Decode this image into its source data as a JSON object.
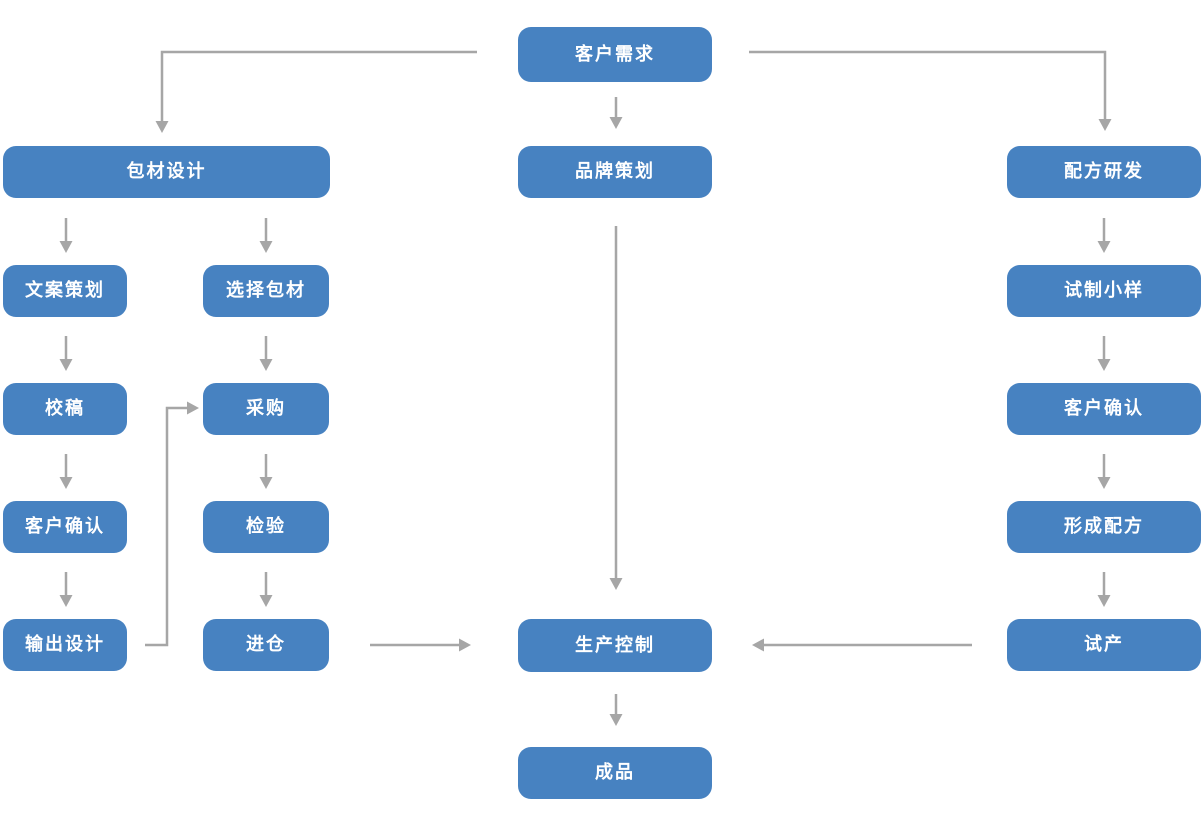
{
  "diagram": {
    "type": "flowchart",
    "nodes": {
      "customer_demand": {
        "label": "客户需求"
      },
      "packaging_design": {
        "label": "包材设计"
      },
      "brand_planning": {
        "label": "品牌策划"
      },
      "formula_rd": {
        "label": "配方研发"
      },
      "copywriting": {
        "label": "文案策划"
      },
      "select_packaging": {
        "label": "选择包材"
      },
      "proofreading": {
        "label": "校稿"
      },
      "procurement": {
        "label": "采购"
      },
      "customer_confirm_left": {
        "label": "客户确认"
      },
      "inspection": {
        "label": "检验"
      },
      "output_design": {
        "label": "输出设计"
      },
      "warehousing": {
        "label": "进仓"
      },
      "trial_sample": {
        "label": "试制小样"
      },
      "customer_confirm_right": {
        "label": "客户确认"
      },
      "form_formula": {
        "label": "形成配方"
      },
      "trial_production": {
        "label": "试产"
      },
      "production_control": {
        "label": "生产控制"
      },
      "finished_product": {
        "label": "成品"
      }
    },
    "edges": [
      "客户需求→包材设计",
      "客户需求→品牌策划",
      "客户需求→配方研发",
      "包材设计→文案策划",
      "包材设计→选择包材",
      "文案策划→校稿",
      "校稿→客户确认",
      "客户确认→输出设计",
      "输出设计→采购",
      "选择包材→采购",
      "采购→检验",
      "检验→进仓",
      "进仓→生产控制",
      "品牌策划→生产控制",
      "配方研发→试制小样",
      "试制小样→客户确认",
      "客户确认→形成配方",
      "形成配方→试产",
      "试产→生产控制",
      "生产控制→成品"
    ],
    "colors": {
      "node_fill": "#4782C1",
      "node_text": "#FFFFFF",
      "arrow": "#A6A6A6",
      "background": "#FFFFFF"
    }
  }
}
